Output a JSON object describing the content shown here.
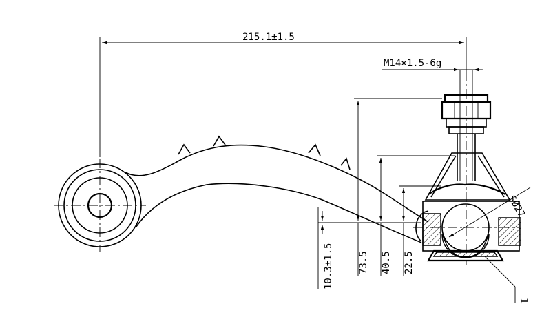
{
  "dimensions": {
    "overall_length": "215.1±1.5",
    "thread": "M14×1.5-6g",
    "sphere": "SØ27",
    "height_total": "73.5",
    "height_ball": "40.5",
    "height_center": "22.5",
    "offset": "10.3±1.5"
  },
  "callout": {
    "part_number": "1"
  }
}
